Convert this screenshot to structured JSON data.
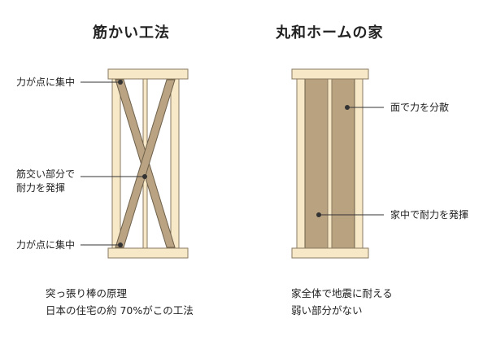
{
  "left_panel": {
    "title": "筋かい工法",
    "label_top": "力が点に集中",
    "label_mid_line1": "筋交い部分で",
    "label_mid_line2": "耐力を発揮",
    "label_bottom": "力が点に集中",
    "caption_line1": "突っ張り棒の原理",
    "caption_line2": "日本の住宅の約 70%がこの工法"
  },
  "right_panel": {
    "title": "丸和ホームの家",
    "label_upper": "面で力を分散",
    "label_lower": "家中で耐力を発揮",
    "caption_line1": "家全体で地震に耐える",
    "caption_line2": "弱い部分がない"
  },
  "colors": {
    "wood": "#f7e8c8",
    "wood_stroke": "#8a7a60",
    "panel": "#b8a280",
    "line": "#333333"
  }
}
